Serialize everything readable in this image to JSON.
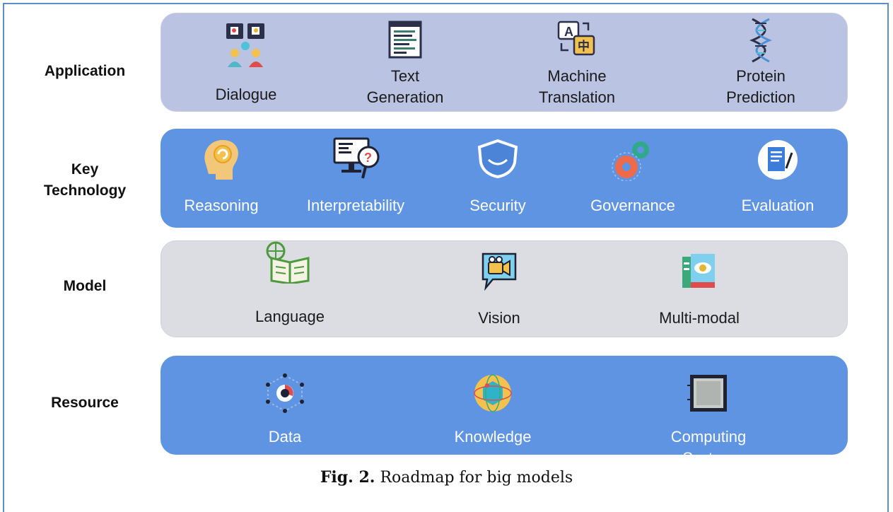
{
  "rows": {
    "application": {
      "label": "Application",
      "items": [
        {
          "label": "Dialogue",
          "icon": "dialogue-icon"
        },
        {
          "label": "Text\nGeneration",
          "icon": "text-document-icon"
        },
        {
          "label": "Machine\nTranslation",
          "icon": "translation-icon"
        },
        {
          "label": "Protein\nPrediction",
          "icon": "dna-icon"
        }
      ]
    },
    "key_technology": {
      "label": "Key\nTechnology",
      "items": [
        {
          "label": "Reasoning",
          "icon": "brain-gear-icon"
        },
        {
          "label": "Interpretability",
          "icon": "monitor-question-icon"
        },
        {
          "label": "Security",
          "icon": "shield-icon"
        },
        {
          "label": "Governance",
          "icon": "gears-icon"
        },
        {
          "label": "Evaluation",
          "icon": "clipboard-pen-icon"
        }
      ]
    },
    "model": {
      "label": "Model",
      "items": [
        {
          "label": "Language",
          "icon": "book-icon"
        },
        {
          "label": "Vision",
          "icon": "camera-chat-icon"
        },
        {
          "label": "Multi-modal",
          "icon": "multimodal-icon"
        }
      ]
    },
    "resource": {
      "label": "Resource",
      "items": [
        {
          "label": "Data",
          "icon": "data-network-icon"
        },
        {
          "label": "Knowledge",
          "icon": "knowledge-sphere-icon"
        },
        {
          "label": "Computing System",
          "icon": "cpu-chip-icon"
        }
      ]
    }
  },
  "caption": {
    "prefix": "Fig. 2.",
    "text": "Roadmap for big models"
  },
  "colors": {
    "application_band": "#bac3e1",
    "technology_band": "#5e94e2",
    "model_band": "#dcdde3",
    "resource_band": "#5e94e2",
    "frame": "#5b8fc9"
  }
}
